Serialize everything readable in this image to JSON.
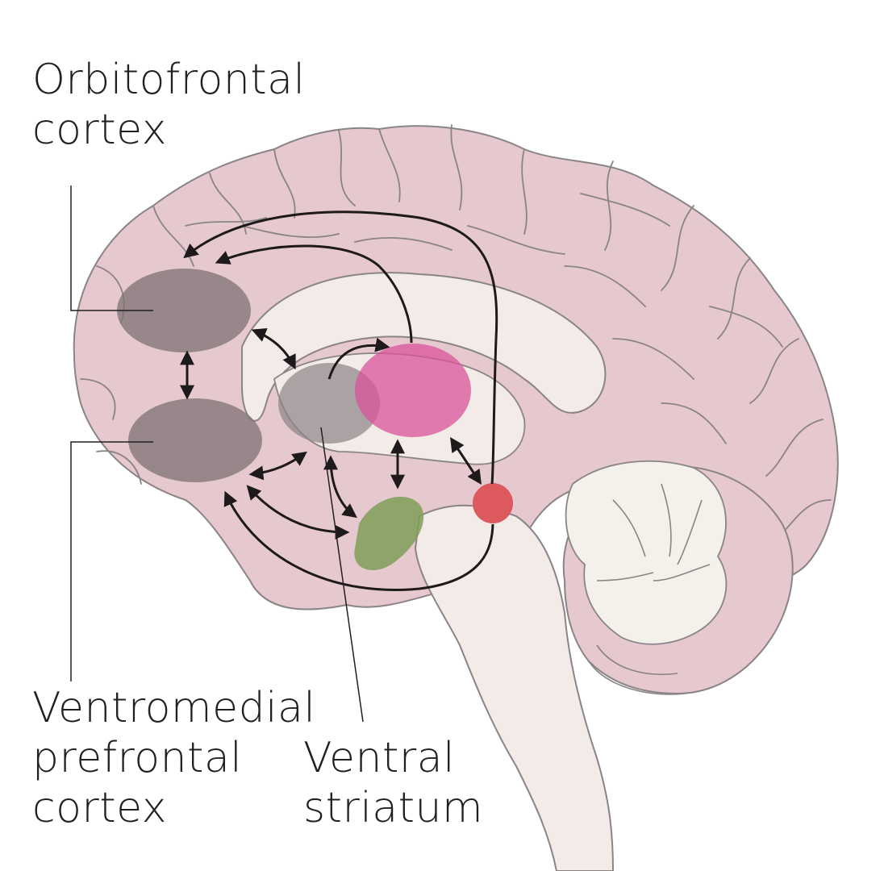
{
  "labels": {
    "orbitofrontal": {
      "line1": "Orbitofrontal",
      "line2": "cortex"
    },
    "vmpfc": {
      "line1": "Ventromedial",
      "line2": "prefrontal",
      "line3": "cortex"
    },
    "ventral_striatum": {
      "line1": "Ventral",
      "line2": "striatum"
    }
  },
  "colors": {
    "brain_fill": "#e6c8cf",
    "brain_stroke": "#8a8486",
    "inner_fill": "#f3ebe8",
    "cerebellum_white": "#f4f0ea",
    "region_grey": "#7d7173",
    "region_magenta": "#d9539a",
    "region_red": "#dc5a5e",
    "region_green": "#7f9e56",
    "arrow": "#1e1a1b"
  }
}
